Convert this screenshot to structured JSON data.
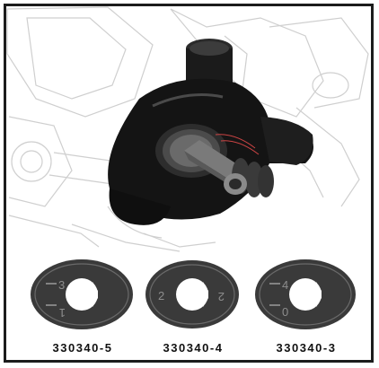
{
  "figure": {
    "parts": [
      {
        "code": "330340-5",
        "marks": [
          "3",
          "1"
        ]
      },
      {
        "code": "330340-4",
        "marks": [
          "2",
          "2"
        ]
      },
      {
        "code": "330340-3",
        "marks": [
          "4",
          "0"
        ]
      }
    ]
  },
  "colors": {
    "frame": "#1c1c1c",
    "part_fill": "#3a3a3a",
    "line_art": "#c8c8c8",
    "background": "#ffffff"
  }
}
